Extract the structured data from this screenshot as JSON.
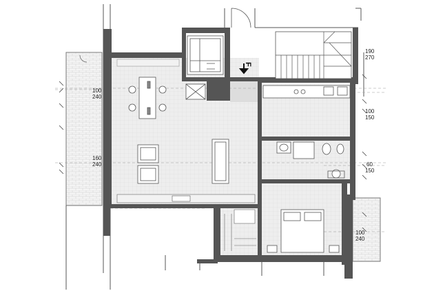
{
  "plan": {
    "accent": "#555555",
    "floor_color": "#e9e9e9",
    "north_marker": {
      "label": "F",
      "icon": "arrow-down-icon"
    },
    "dimensions": [
      {
        "id": "win-living-1",
        "top": "100",
        "bottom": "240"
      },
      {
        "id": "win-living-2",
        "top": "160",
        "bottom": "240"
      },
      {
        "id": "win-stair",
        "top": "190",
        "bottom": "270"
      },
      {
        "id": "win-kitchen",
        "top": "100",
        "bottom": "150"
      },
      {
        "id": "win-bath",
        "top": "60",
        "bottom": "150"
      },
      {
        "id": "win-bedroom",
        "top": "100",
        "bottom": "240"
      }
    ]
  }
}
